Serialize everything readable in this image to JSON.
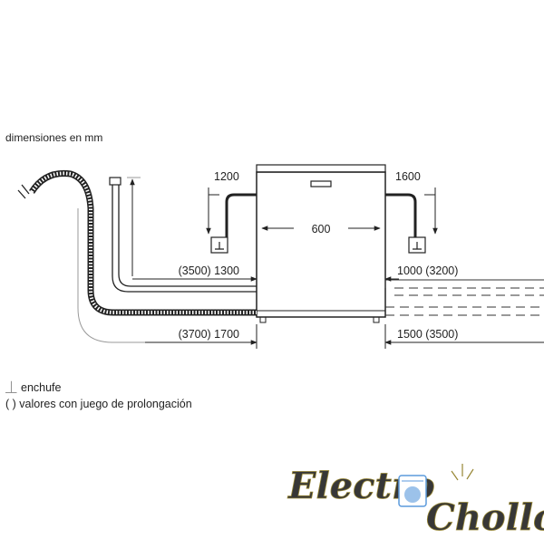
{
  "header": {
    "units_note": "dimensiones en mm"
  },
  "dims": {
    "width": "600",
    "left_top": "1200",
    "right_top": "1600",
    "left_water": "(3500) 1300",
    "right_water": "1000 (3200)",
    "left_drain": "(3700) 1700",
    "right_drain": "1500 (3500)"
  },
  "legend": {
    "socket_symbol": "⏊",
    "socket_label": "enchufe",
    "extension_label": "( ) valores con juego de prolongación"
  },
  "watermark": {
    "line1": "Electro",
    "line2": "Chollo"
  },
  "colors": {
    "line": "#222222",
    "guide": "#9a9a9a",
    "logo_yellow": "#f2d64b",
    "logo_blue": "#4a90d9"
  }
}
